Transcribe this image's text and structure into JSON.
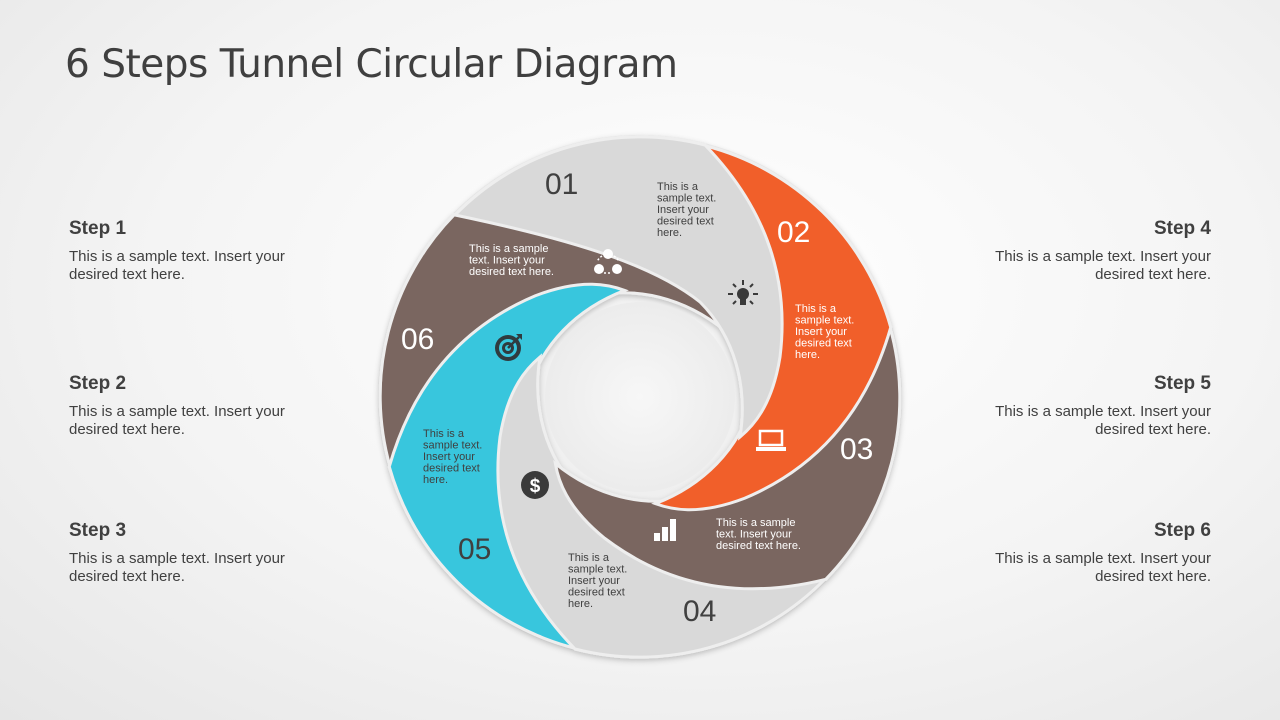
{
  "title": "6 Steps Tunnel Circular Diagram",
  "colors": {
    "light_gray": "#d9d9d9",
    "brown": "#7a6660",
    "orange": "#f15f2b",
    "cyan": "#38c6dd",
    "text_dark": "#404040",
    "white": "#ffffff"
  },
  "left_steps": [
    {
      "heading": "Step 1",
      "text": "This is a sample text. Insert your desired text here."
    },
    {
      "heading": "Step 2",
      "text": "This is a sample text. Insert your desired text here."
    },
    {
      "heading": "Step 3",
      "text": "This is a sample text. Insert your desired text here."
    }
  ],
  "right_steps": [
    {
      "heading": "Step 4",
      "text": "This is a sample text. Insert your desired text here."
    },
    {
      "heading": "Step 5",
      "text": "This is a sample text. Insert your desired text here."
    },
    {
      "heading": "Step 6",
      "text": "This is a sample text. Insert your desired text here."
    }
  ],
  "segments": [
    {
      "number": "01",
      "color": "light_gray",
      "icon": "lightbulb-icon",
      "text_lines": [
        "This is a",
        "sample text.",
        "Insert your",
        "desired text",
        "here."
      ]
    },
    {
      "number": "02",
      "color": "orange",
      "icon": "laptop-icon",
      "text_lines": [
        "This is a",
        "sample text.",
        "Insert your",
        "desired text",
        "here."
      ]
    },
    {
      "number": "03",
      "color": "brown",
      "icon": "bar-chart-icon",
      "text_lines": [
        "This is a sample",
        "text. Insert your",
        "desired text here."
      ]
    },
    {
      "number": "04",
      "color": "light_gray",
      "icon": "dollar-icon",
      "text_lines": [
        "This is a",
        "sample text.",
        "Insert your",
        "desired text",
        "here."
      ]
    },
    {
      "number": "05",
      "color": "cyan",
      "icon": "target-icon",
      "text_lines": [
        "This is a",
        "sample text.",
        "Insert your",
        "desired text",
        "here."
      ]
    },
    {
      "number": "06",
      "color": "brown",
      "icon": "team-cycle-icon",
      "text_lines": [
        "This is a sample",
        "text. Insert your",
        "desired text here."
      ]
    }
  ]
}
